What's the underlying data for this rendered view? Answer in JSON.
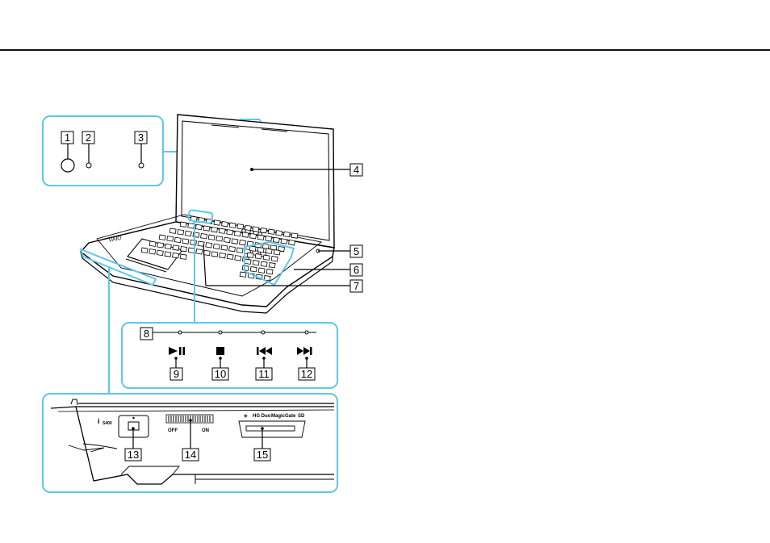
{
  "callouts": [
    "1",
    "2",
    "3",
    "4",
    "5",
    "6",
    "7",
    "8",
    "9",
    "10",
    "11",
    "12",
    "13",
    "14",
    "15"
  ],
  "switch_labels": {
    "off": "OFF",
    "on": "ON"
  },
  "card_slot_labels": {
    "hg": "HG Duo",
    "mg": "MagicGate",
    "sd": "SD"
  },
  "port_label": "S400",
  "accent_color": "#5fc6ea",
  "media_icons": [
    "play-pause-icon",
    "stop-icon",
    "previous-track-icon",
    "next-track-icon"
  ]
}
